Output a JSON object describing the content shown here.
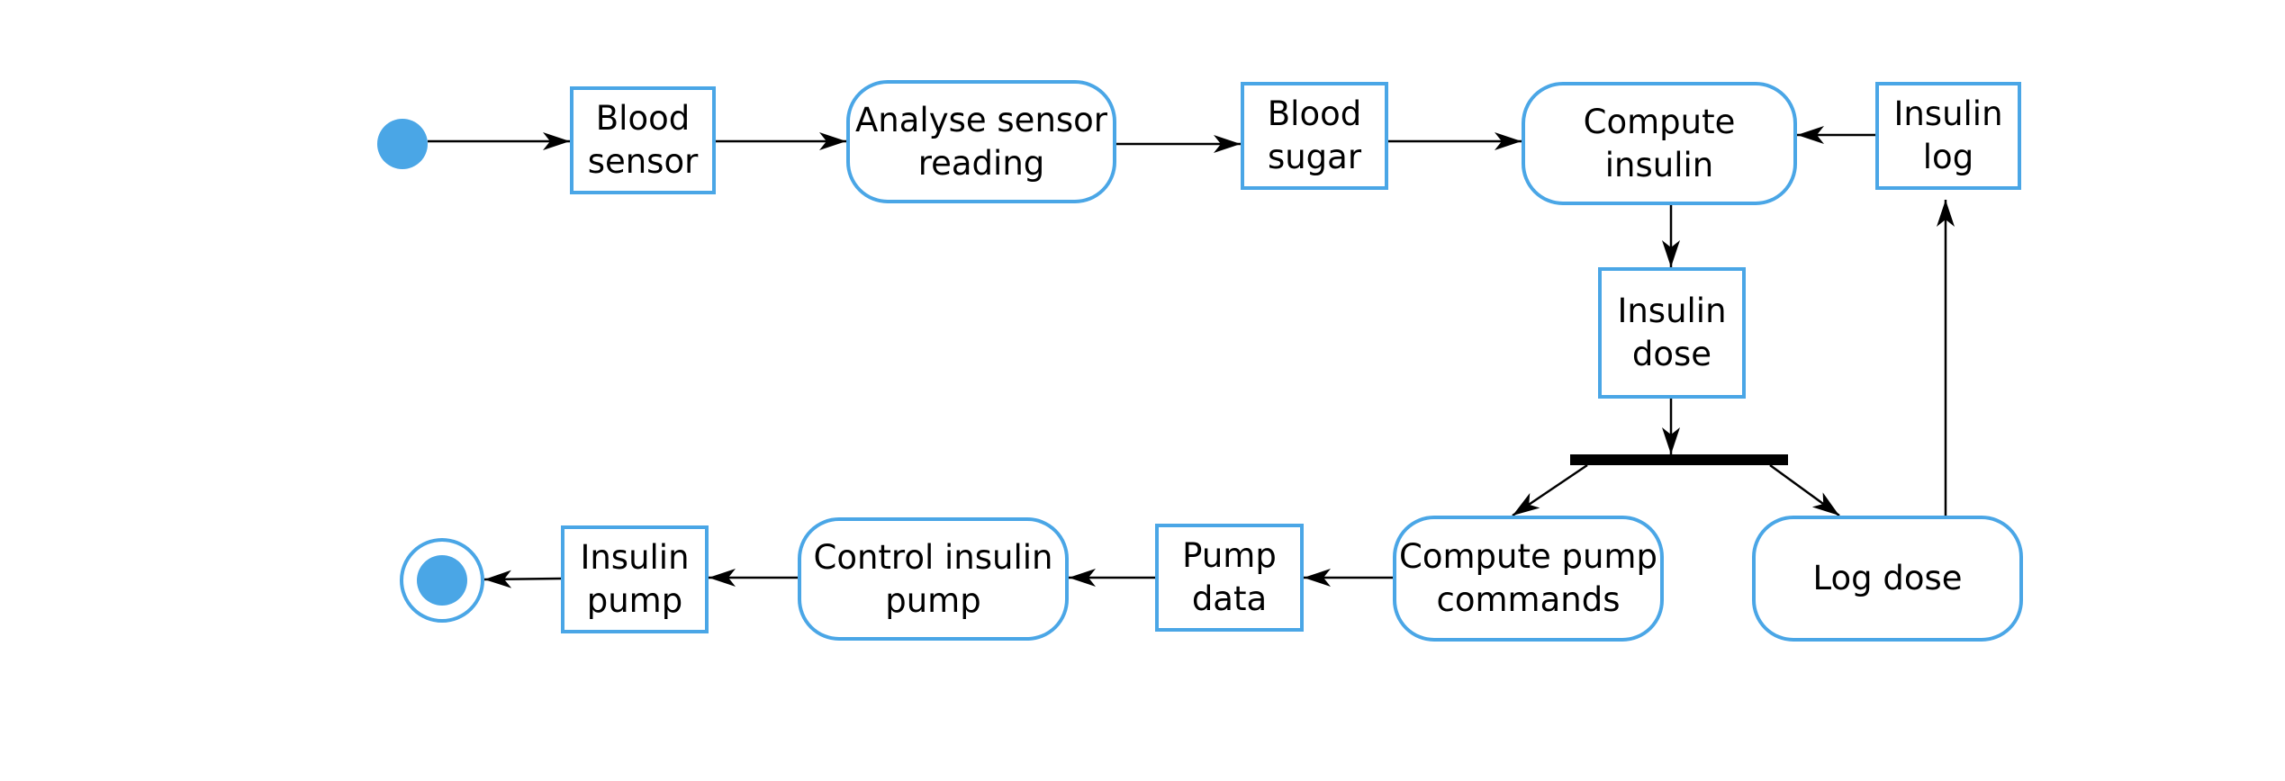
{
  "colors": {
    "accent": "#4aa6e6",
    "line": "#000000",
    "background": "#ffffff"
  },
  "nodes": {
    "initial": {
      "kind": "initial-node"
    },
    "final": {
      "kind": "final-node"
    },
    "fork": {
      "kind": "fork-bar"
    },
    "blood_sensor": {
      "kind": "object",
      "label": "Blood\nsensor"
    },
    "analyse_sensor_reading": {
      "kind": "activity",
      "label": "Analyse sensor\nreading"
    },
    "blood_sugar": {
      "kind": "object",
      "label": "Blood\nsugar"
    },
    "compute_insulin": {
      "kind": "activity",
      "label": "Compute\ninsulin"
    },
    "insulin_log": {
      "kind": "object",
      "label": "Insulin\nlog"
    },
    "insulin_dose": {
      "kind": "object",
      "label": "Insulin\ndose"
    },
    "compute_pump_commands": {
      "kind": "activity",
      "label": "Compute pump\ncommands"
    },
    "log_dose": {
      "kind": "activity",
      "label": "Log dose"
    },
    "pump_data": {
      "kind": "object",
      "label": "Pump\ndata"
    },
    "control_insulin_pump": {
      "kind": "activity",
      "label": "Control insulin\npump"
    },
    "insulin_pump": {
      "kind": "object",
      "label": "Insulin\npump"
    }
  },
  "edges": [
    {
      "from": "initial",
      "to": "blood_sensor"
    },
    {
      "from": "blood_sensor",
      "to": "analyse_sensor_reading"
    },
    {
      "from": "analyse_sensor_reading",
      "to": "blood_sugar"
    },
    {
      "from": "blood_sugar",
      "to": "compute_insulin"
    },
    {
      "from": "insulin_log",
      "to": "compute_insulin"
    },
    {
      "from": "compute_insulin",
      "to": "insulin_dose"
    },
    {
      "from": "insulin_dose",
      "to": "fork"
    },
    {
      "from": "fork",
      "to": "compute_pump_commands"
    },
    {
      "from": "fork",
      "to": "log_dose"
    },
    {
      "from": "log_dose",
      "to": "insulin_log"
    },
    {
      "from": "compute_pump_commands",
      "to": "pump_data"
    },
    {
      "from": "pump_data",
      "to": "control_insulin_pump"
    },
    {
      "from": "control_insulin_pump",
      "to": "insulin_pump"
    },
    {
      "from": "insulin_pump",
      "to": "final"
    }
  ]
}
